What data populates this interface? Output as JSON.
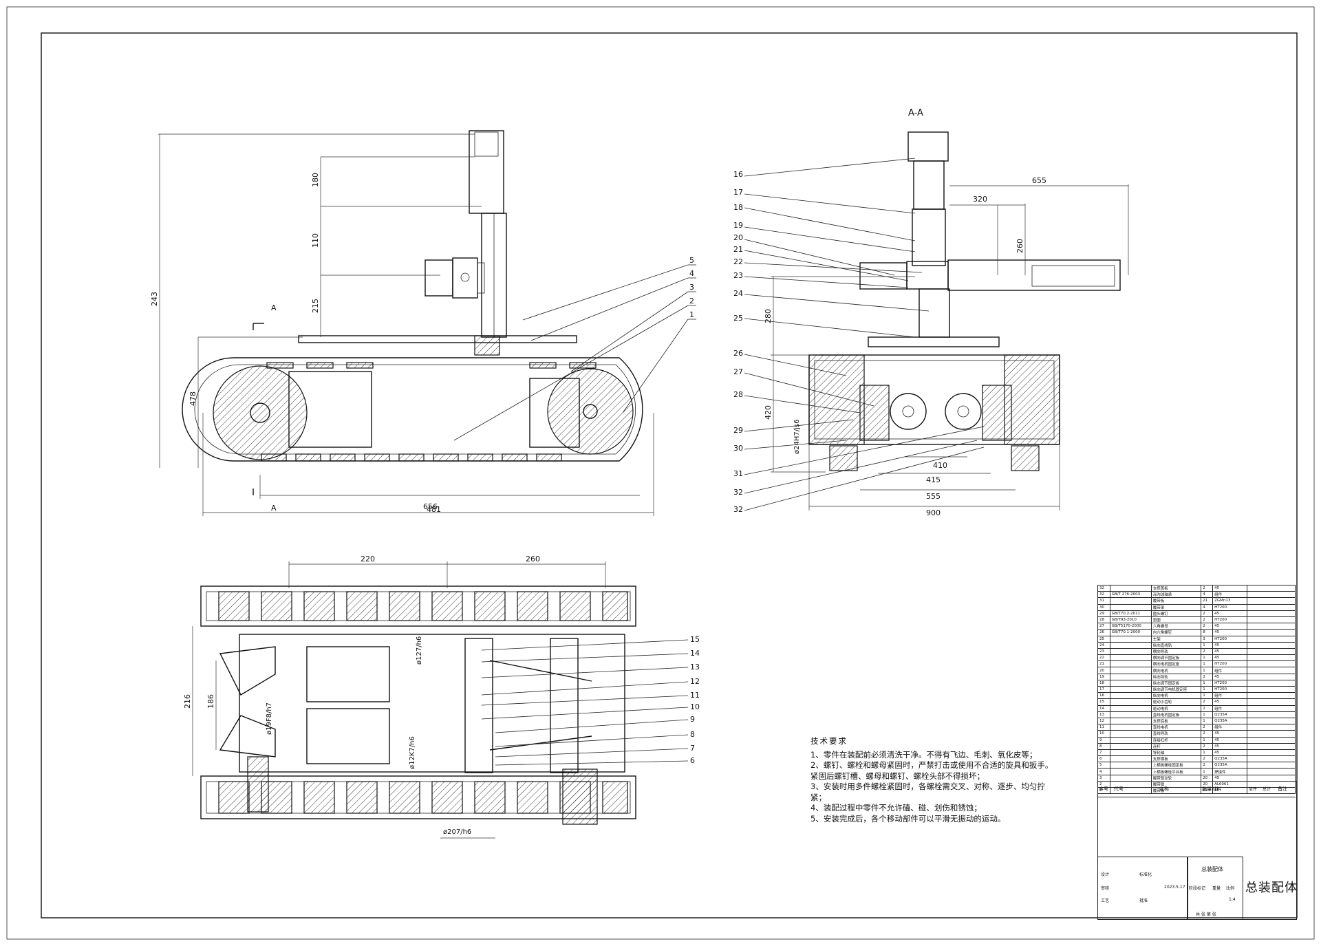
{
  "views": {
    "section_label": "A-A",
    "arrow_label_a": "A"
  },
  "dims_left": {
    "d243": "243",
    "d180": "180",
    "d110": "110",
    "d215": "215",
    "d478": "478",
    "d481": "481",
    "d656": "656"
  },
  "dims_right": {
    "d655": "655",
    "d320": "320",
    "d260": "260",
    "d280": "280",
    "d420": "420",
    "d410": "410",
    "d415": "415",
    "d555": "555",
    "d900": "900",
    "fit": "ø24H7/js6"
  },
  "dims_bottom": {
    "d220": "220",
    "d260": "260",
    "d216": "216",
    "d186": "186",
    "fit1": "ø127/h6",
    "fit2": "ø19F8/h7",
    "fit3": "ø12K7/h6",
    "fit4": "ø207/h6"
  },
  "balloons_left": [
    "5",
    "4",
    "3",
    "2",
    "1"
  ],
  "balloons_right": [
    "16",
    "17",
    "18",
    "19",
    "20",
    "21",
    "22",
    "23",
    "24",
    "25",
    "26",
    "27",
    "28",
    "29",
    "30",
    "31",
    "32",
    "32"
  ],
  "balloons_bottom": [
    "15",
    "14",
    "13",
    "12",
    "11",
    "10",
    "9",
    "8",
    "7",
    "6"
  ],
  "tech_requirements": {
    "heading": "技术要求",
    "items": [
      "1、零件在装配前必须清洗干净。不得有飞边、毛刺、氧化皮等；",
      "2、螺钉、螺栓和螺母紧固时，严禁打击或使用不合适的旋具和扳手。紧固后螺钉槽、螺母和螺钉、螺栓头部不得损坏；",
      "3、安装时用多件螺栓紧固时，各螺栓需交叉、对称、逐步、均匀拧紧；",
      "4、装配过程中零件不允许磕、碰、划伤和锈蚀；",
      "5、安装完成后，各个移动部件可以平滑无振动的运动。"
    ]
  },
  "bom": {
    "rows": [
      [
        "32",
        "",
        "支撑盖板",
        "2",
        "45",
        ""
      ],
      [
        "32",
        "GB/T 276-2003",
        "深沟球轴承",
        "4",
        "组件",
        ""
      ],
      [
        "31",
        "",
        "履带板",
        "21",
        "ZGMn13",
        ""
      ],
      [
        "30",
        "",
        "履带架",
        "4",
        "HT200",
        ""
      ],
      [
        "29",
        "GB/T70.2-2011",
        "圆头螺钉",
        "2",
        "45",
        ""
      ],
      [
        "28",
        "GB/T93-2010",
        "垫圈",
        "2",
        "HT200",
        ""
      ],
      [
        "27",
        "GB/T5170-2000",
        "六角螺母",
        "2",
        "45",
        ""
      ],
      [
        "26",
        "GB/T70.1-2000",
        "内六角螺钉",
        "8",
        "45",
        ""
      ],
      [
        "25",
        "",
        "车架",
        "3",
        "HT200",
        ""
      ],
      [
        "24",
        "",
        "纵向直线轨",
        "1",
        "45",
        ""
      ],
      [
        "23",
        "",
        "横向导轨",
        "2",
        "45",
        ""
      ],
      [
        "22",
        "",
        "横向调节固定板",
        "1",
        "45",
        ""
      ],
      [
        "21",
        "",
        "横向电机固定座",
        "1",
        "HT200",
        ""
      ],
      [
        "20",
        "",
        "横向电机",
        "1",
        "组件",
        ""
      ],
      [
        "19",
        "",
        "纵向导轨",
        "2",
        "45",
        ""
      ],
      [
        "18",
        "",
        "纵向调节固定板",
        "1",
        "HT200",
        ""
      ],
      [
        "17",
        "",
        "纵向调节电机固定座",
        "1",
        "HT200",
        ""
      ],
      [
        "16",
        "",
        "纵向电机",
        "1",
        "组件",
        ""
      ],
      [
        "15",
        "",
        "驱动小齿轮",
        "2",
        "45",
        ""
      ],
      [
        "14",
        "",
        "驱动电机",
        "2",
        "组件",
        ""
      ],
      [
        "13",
        "",
        "直线电机固定板",
        "1",
        "Q235A",
        ""
      ],
      [
        "12",
        "",
        "支撑底板",
        "1",
        "Q235A",
        ""
      ],
      [
        "11",
        "",
        "直线电机",
        "2",
        "组件",
        ""
      ],
      [
        "10",
        "",
        "直线导轨",
        "2",
        "45",
        ""
      ],
      [
        "9",
        "",
        "连接杠杆",
        "1",
        "45",
        ""
      ],
      [
        "8",
        "",
        "连杆",
        "2",
        "45",
        ""
      ],
      [
        "7",
        "",
        "导轮轴",
        "1",
        "45",
        ""
      ],
      [
        "6",
        "",
        "支撑横板",
        "2",
        "Q235A",
        ""
      ],
      [
        "5",
        "",
        "上横板螺栓固定板",
        "2",
        "Q235A",
        ""
      ],
      [
        "4",
        "",
        "上横板螺栓平台板",
        "1",
        "焊接件",
        ""
      ],
      [
        "3",
        "",
        "履带驱动轮",
        "20",
        "45",
        ""
      ],
      [
        "2",
        "",
        "履带销",
        "20",
        "AL6061",
        ""
      ],
      [
        "1",
        "",
        "履带板",
        "21",
        "45",
        ""
      ]
    ],
    "header": [
      "序号",
      "代号",
      "名称",
      "数量",
      "材料",
      "单件",
      "总计",
      "备注"
    ]
  },
  "title_block": {
    "assembly_name": "总装配体",
    "sub_name": "总装配体",
    "scale": "1:4",
    "date": "2023.5.17",
    "label_stage": "阶段标记",
    "label_weight": "重量",
    "label_ratio": "比例",
    "label_sheets": "共 张 第 张",
    "label_designer": "设计",
    "label_standard": "标准化",
    "label_review": "审核",
    "label_process": "工艺",
    "label_approve": "批准"
  }
}
